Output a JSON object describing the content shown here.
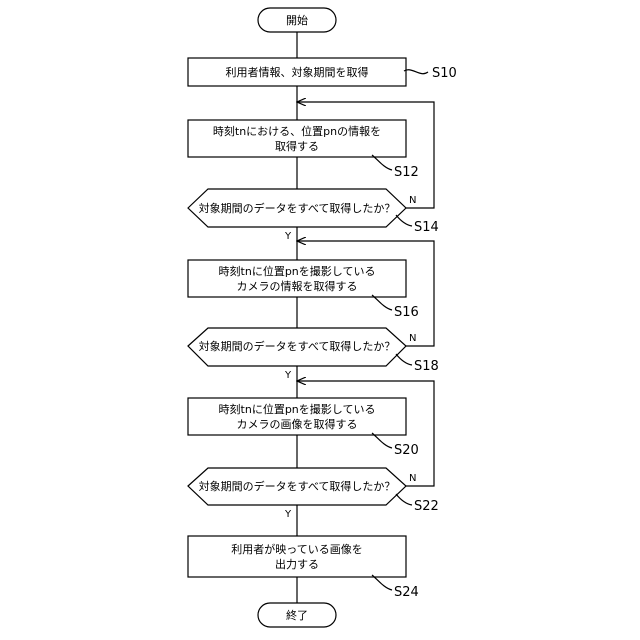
{
  "start": {
    "label": "開始"
  },
  "end": {
    "label": "終了"
  },
  "steps": [
    {
      "id": "S10",
      "label": "S10",
      "lines": [
        "利用者情報、対象期間を取得"
      ]
    },
    {
      "id": "S12",
      "label": "S12",
      "lines": [
        "時刻tnにおける、位置pnの情報を",
        "取得する"
      ]
    },
    {
      "id": "S14",
      "label": "S14",
      "lines": [
        "対象期間のデータをすべて取得したか？"
      ],
      "yes": "Y",
      "no": "N"
    },
    {
      "id": "S16",
      "label": "S16",
      "lines": [
        "時刻tnに位置pnを撮影している",
        "カメラの情報を取得する"
      ]
    },
    {
      "id": "S18",
      "label": "S18",
      "lines": [
        "対象期間のデータをすべて取得したか？"
      ],
      "yes": "Y",
      "no": "N"
    },
    {
      "id": "S20",
      "label": "S20",
      "lines": [
        "時刻tnに位置pnを撮影している",
        "カメラの画像を取得する"
      ]
    },
    {
      "id": "S22",
      "label": "S22",
      "lines": [
        "対象期間のデータをすべて取得したか？"
      ],
      "yes": "Y",
      "no": "N"
    },
    {
      "id": "S24",
      "label": "S24",
      "lines": [
        "利用者が映っている画像を",
        "出力する"
      ]
    }
  ]
}
